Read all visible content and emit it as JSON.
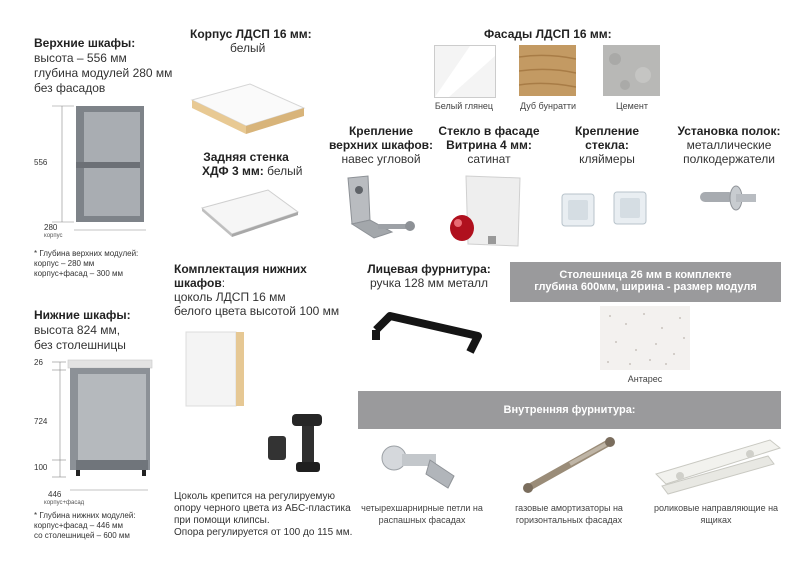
{
  "upper": {
    "title": "Верхние шкафы:",
    "lines": [
      "высота – 556  мм",
      "глубина модулей 280 мм",
      "без фасадов"
    ],
    "dim_height": "556",
    "dim_depth": "280",
    "dim_depth_sub": "корпус",
    "note_lines": [
      "* Глубина верхних модулей:",
      "корпус – 280 мм",
      "корпус+фасад – 300 мм"
    ]
  },
  "lower": {
    "title": "Нижние шкафы:",
    "lines": [
      "высота 824 мм,",
      "без столешницы"
    ],
    "dim_top": "26",
    "dim_mid": "724",
    "dim_bottom": "100",
    "dim_depth": "446",
    "dim_depth_sub": "корпус+фасад",
    "note_lines": [
      "* Глубина нижних модулей:",
      "корпус+фасад – 446 мм",
      "со столешницей – 600 мм"
    ]
  },
  "body": {
    "title": "Корпус ЛДСП 16 мм:",
    "value": "белый"
  },
  "back": {
    "title1": "Задняя стенка",
    "title2": "ХДФ 3 мм:",
    "value": "белый"
  },
  "facades": {
    "title": "Фасады ЛДСП 16 мм:",
    "swatches": [
      {
        "label": "Белый глянец",
        "color": "#f4f4f4"
      },
      {
        "label": "Дуб бунратти",
        "color": "#c39a63"
      },
      {
        "label": "Цемент",
        "color": "#b8b8b6"
      }
    ]
  },
  "mount_upper": {
    "title1": "Крепление",
    "title2": "верхних шкафов:",
    "value": "навес угловой"
  },
  "glass": {
    "title1": "Стекло в фасаде",
    "title2": "Витрина 4 мм:",
    "value": "сатинат"
  },
  "glass_mount": {
    "title1": "Крепление",
    "title2": "стекла:",
    "value": "кляймеры"
  },
  "shelf": {
    "title": "Установка полок:",
    "value1": "металлические",
    "value2": "полкодержатели"
  },
  "kit_lower": {
    "title1": "Комплектация нижних",
    "title2": "шкафов",
    "value1": "цоколь ЛДСП 16 мм",
    "value2": "белого цвета высотой 100 мм"
  },
  "handle": {
    "title": "Лицевая фурнитура:",
    "value": "ручка 128 мм металл"
  },
  "countertop": {
    "line1": "Столешница 26 мм в комплекте",
    "line2": "глубина 600мм, ширина - размер модуля",
    "label": "Антарес"
  },
  "plinth_note": [
    "Цоколь крепится на регулируемую",
    "опору черного цвета из АБС-пластика",
    "при помощи клипсы.",
    "Опора регулируется от 100 до 115 мм."
  ],
  "internal": {
    "title": "Внутренняя фурнитура:",
    "items": [
      {
        "line1": "четырехшарнирные петли на",
        "line2": "распашных фасадах"
      },
      {
        "line1": "газовые амортизаторы на",
        "line2": "горизонтальных фасадах"
      },
      {
        "line1": "роликовые направляющие на",
        "line2": "ящиках"
      }
    ]
  }
}
